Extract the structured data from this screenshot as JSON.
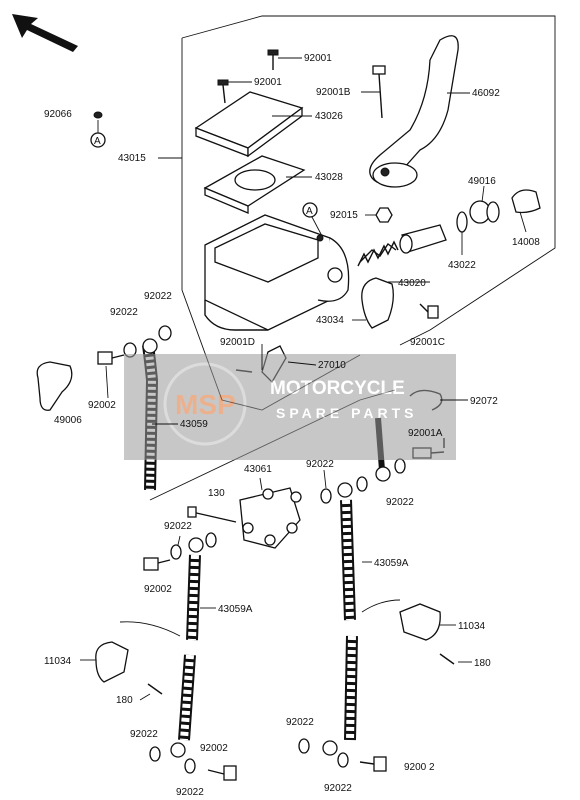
{
  "diagram": {
    "callouts": {
      "c92001_top": "92001",
      "c92001_mid": "92001",
      "c92001b": "92001B",
      "c46092": "46092",
      "c92066": "92066",
      "c43026": "43026",
      "c43015": "43015",
      "c43028": "43028",
      "c49016": "49016",
      "c92015": "92015",
      "c14008": "14008",
      "c43022": "43022",
      "c43020": "43020",
      "c92022_a": "92022",
      "c92022_b": "92022",
      "c43034": "43034",
      "c92001c": "92001C",
      "c92001d": "92001D",
      "c27010": "27010",
      "c92002_a": "92002",
      "c49006": "49006",
      "c43059": "43059",
      "c92072": "92072",
      "c92001a": "92001A",
      "c43061": "43061",
      "c92022_c": "92022",
      "c92022_d": "92022",
      "c130": "130",
      "c92022_e": "92022",
      "c43059a_a": "43059A",
      "c92002_b": "92002",
      "c43059a_b": "43059A",
      "c11034_a": "11034",
      "c11034_b": "11034",
      "c180_a": "180",
      "c180_b": "180",
      "c92022_f": "92022",
      "c92002_c": "92002",
      "c92022_g": "92022",
      "c92022_h": "92022",
      "c92022_i": "92022",
      "c9200_cut": "9200 2"
    },
    "ref_marks": {
      "a1": "A",
      "a2": "A"
    },
    "watermark": {
      "logo_text": "MSP",
      "line1": "MOTORCYCLE",
      "line2": "SPARE PARTS"
    }
  }
}
